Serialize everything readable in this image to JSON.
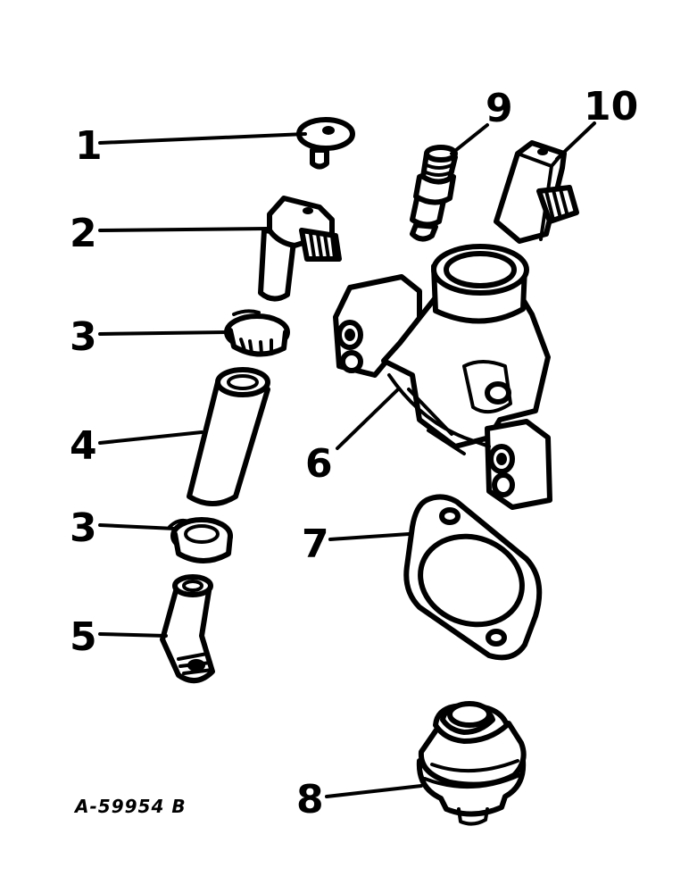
{
  "figure_id": "A-59954 B",
  "callouts": {
    "c1": "1",
    "c2": "2",
    "c3a": "3",
    "c4": "4",
    "c3b": "3",
    "c5": "5",
    "c6": "6",
    "c7": "7",
    "c8": "8",
    "c9": "9",
    "c10": "10"
  },
  "colors": {
    "ink": "#000000",
    "paper": "#ffffff"
  }
}
